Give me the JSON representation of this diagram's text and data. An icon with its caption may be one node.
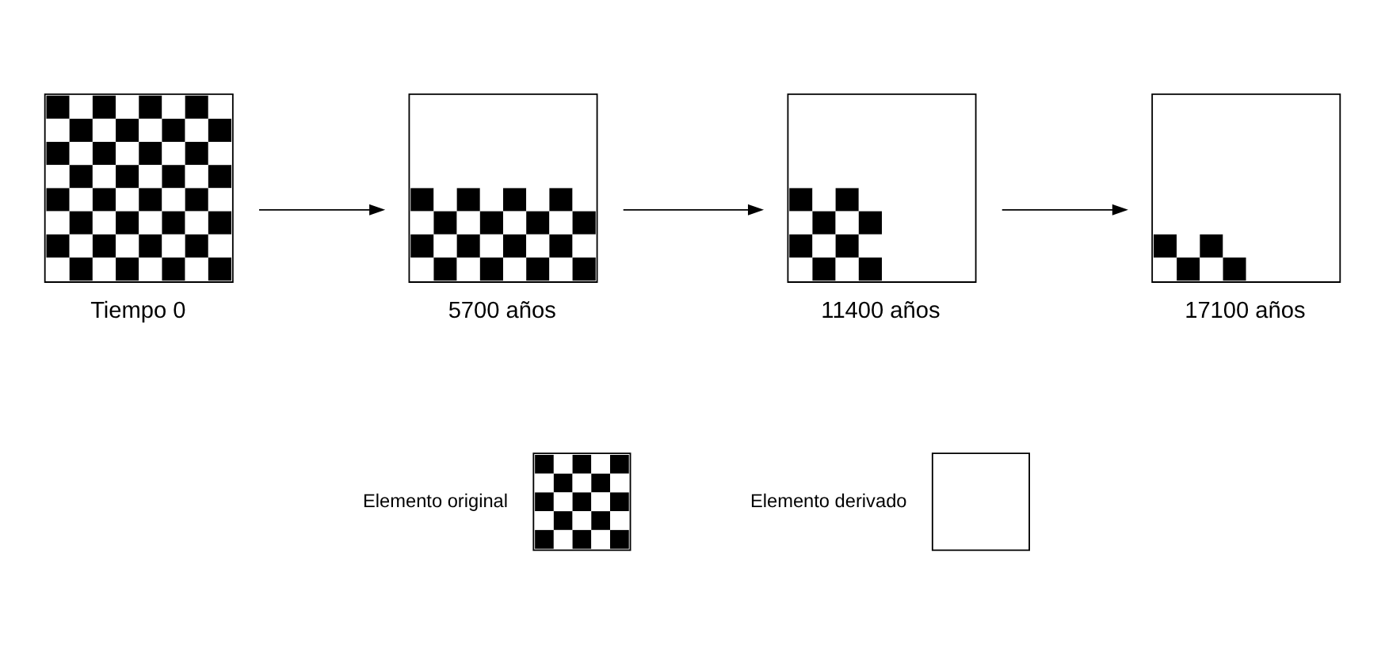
{
  "diagram": {
    "nodes": [
      {
        "text": [],
        "shape": "box",
        "beside": [
          "Tiempo 0"
        ]
      },
      {
        "text": [],
        "shape": "box",
        "beside": [
          "5700 años"
        ]
      },
      {
        "text": [],
        "shape": "box",
        "beside": [
          "11400 años"
        ]
      },
      {
        "text": [],
        "shape": "box",
        "beside": [
          "17100 años"
        ]
      }
    ],
    "edges": [
      {
        "from": 0,
        "to": 1,
        "arrow": "to"
      },
      {
        "from": 1,
        "to": 2,
        "arrow": "to"
      },
      {
        "from": 2,
        "to": 3,
        "arrow": "to"
      }
    ],
    "legend": [
      {
        "text": "Elemento original"
      },
      {
        "text": "Elemento derivado"
      }
    ]
  }
}
